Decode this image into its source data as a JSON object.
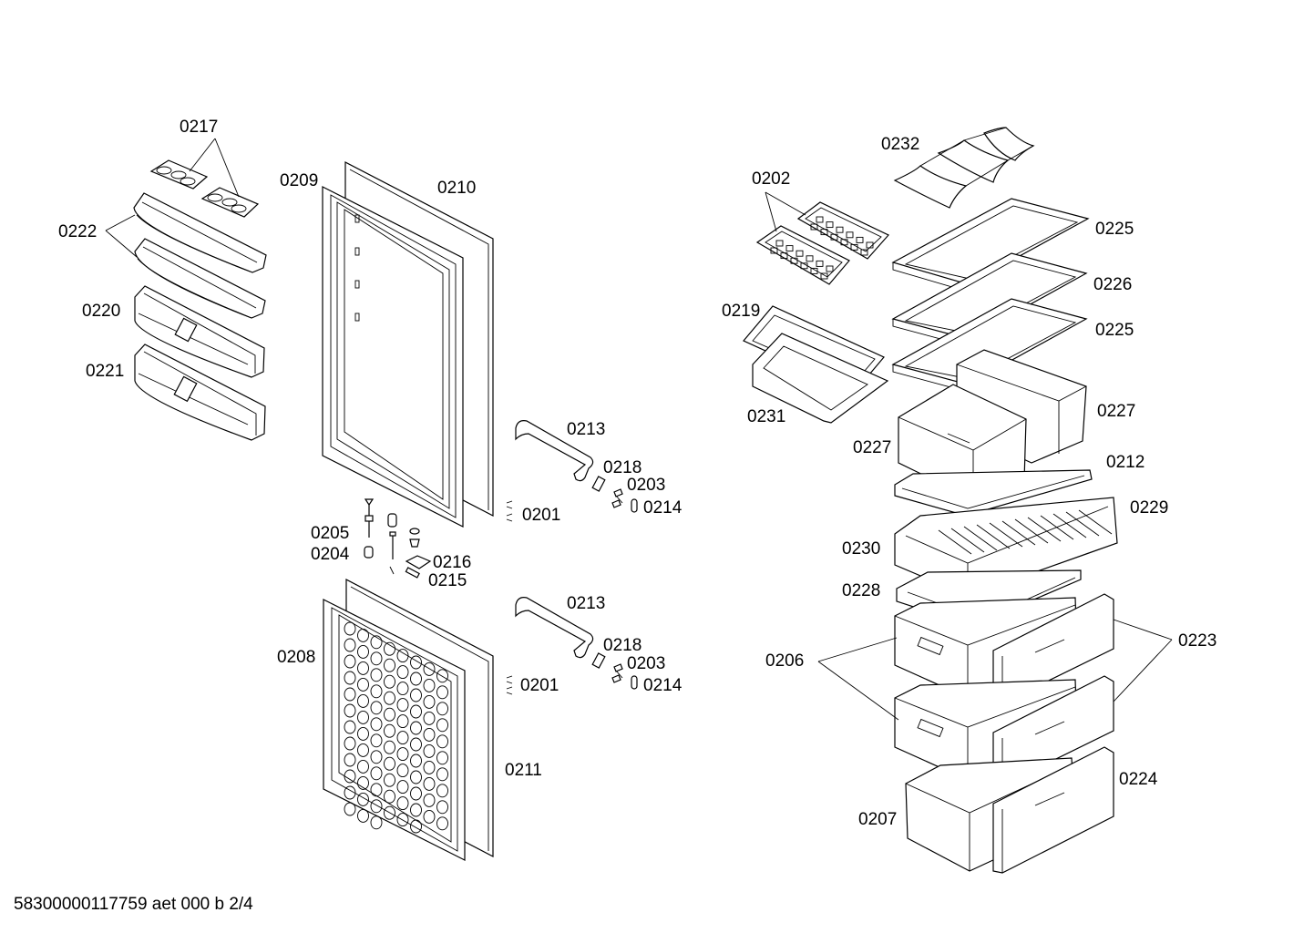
{
  "footer": {
    "doc_code": "58300000117759 aet 000 b 2/4"
  },
  "labels": {
    "p0217": "0217",
    "p0222": "0222",
    "p0220": "0220",
    "p0221": "0221",
    "p0209": "0209",
    "p0210": "0210",
    "p0213_top": "0213",
    "p0218_top": "0218",
    "p0203_top": "0203",
    "p0214_top": "0214",
    "p0201_top": "0201",
    "p0205": "0205",
    "p0204": "0204",
    "p0216": "0216",
    "p0215": "0215",
    "p0213_bot": "0213",
    "p0218_bot": "0218",
    "p0203_bot": "0203",
    "p0214_bot": "0214",
    "p0201_bot": "0201",
    "p0208": "0208",
    "p0211": "0211",
    "p0232": "0232",
    "p0202": "0202",
    "p0225_a": "0225",
    "p0226": "0226",
    "p0225_b": "0225",
    "p0219": "0219",
    "p0231": "0231",
    "p0227_r": "0227",
    "p0227_l": "0227",
    "p0212": "0212",
    "p0229": "0229",
    "p0230": "0230",
    "p0228": "0228",
    "p0223": "0223",
    "p0206": "0206",
    "p0224": "0224",
    "p0207": "0207"
  }
}
